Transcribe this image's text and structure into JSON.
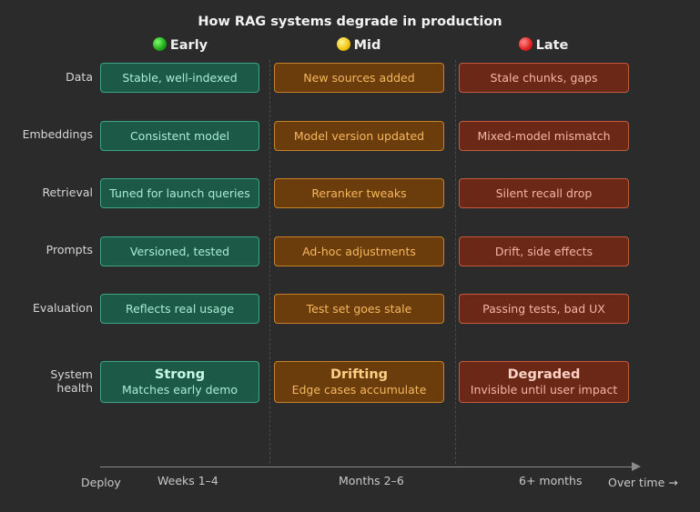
{
  "title": "How RAG systems degrade in production",
  "columns": [
    {
      "label": "Early",
      "dot_icon": "green-circle-icon",
      "color": "#1fa51a"
    },
    {
      "label": "Mid",
      "dot_icon": "yellow-circle-icon",
      "color": "#f2c40c"
    },
    {
      "label": "Late",
      "dot_icon": "red-circle-icon",
      "color": "#e02020"
    }
  ],
  "rows": [
    {
      "label": "Data",
      "cells": [
        "Stable, well-indexed",
        "New sources added",
        "Stale chunks, gaps"
      ]
    },
    {
      "label": "Embeddings",
      "cells": [
        "Consistent model",
        "Model version updated",
        "Mixed-model mismatch"
      ]
    },
    {
      "label": "Retrieval",
      "cells": [
        "Tuned for launch queries",
        "Reranker tweaks",
        "Silent recall drop"
      ]
    },
    {
      "label": "Prompts",
      "cells": [
        "Versioned, tested",
        "Ad-hoc adjustments",
        "Drift, side effects"
      ]
    },
    {
      "label": "Evaluation",
      "cells": [
        "Reflects real usage",
        "Test set goes stale",
        "Passing tests, bad UX"
      ]
    }
  ],
  "health": {
    "label_line1": "System",
    "label_line2": "health",
    "cells": [
      {
        "title": "Strong",
        "subtitle": "Matches early demo"
      },
      {
        "title": "Drifting",
        "subtitle": "Edge cases accumulate"
      },
      {
        "title": "Degraded",
        "subtitle": "Invisible until user impact"
      }
    ]
  },
  "timeline": {
    "start": "Deploy",
    "ticks": [
      "Weeks 1–4",
      "Months 2–6",
      "6+ months"
    ],
    "end": "Over time →"
  },
  "colors": {
    "early_fill": "#1c5a47",
    "mid_fill": "#6b3d0d",
    "late_fill": "#6b2817",
    "background": "#2b2b2b"
  }
}
